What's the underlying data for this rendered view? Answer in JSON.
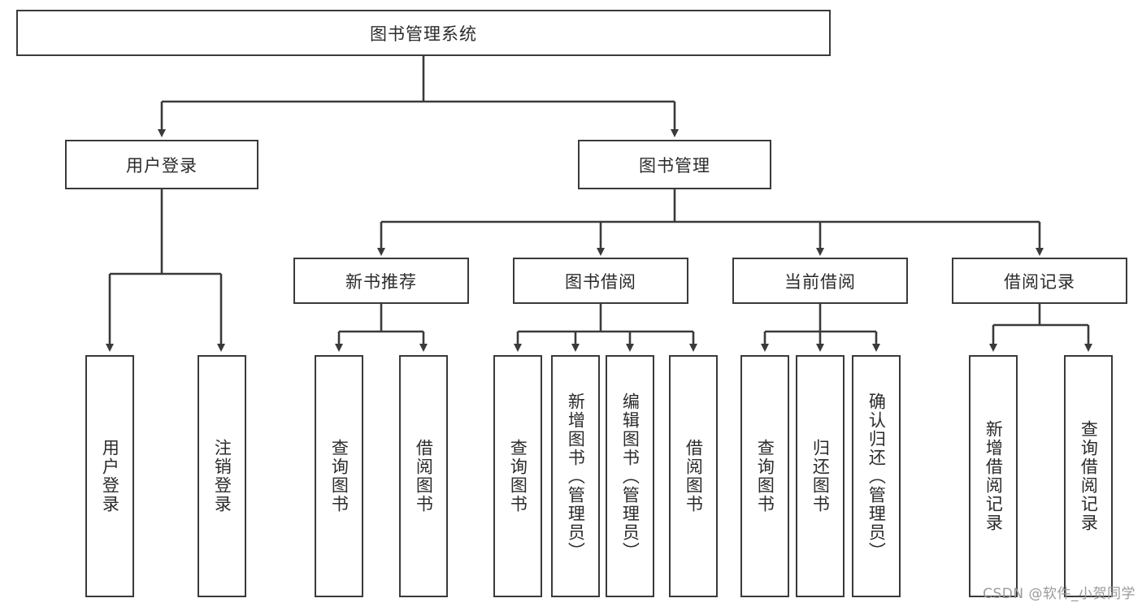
{
  "diagram": {
    "title": "图书管理系统",
    "watermark": "CSDN @软件_小贺同学",
    "root": {
      "label": "图书管理系统"
    },
    "level2": [
      {
        "label": "用户登录"
      },
      {
        "label": "图书管理"
      }
    ],
    "level3": [
      {
        "label": "新书推荐"
      },
      {
        "label": "图书借阅"
      },
      {
        "label": "当前借阅"
      },
      {
        "label": "借阅记录"
      }
    ],
    "leaves": {
      "user_login": [
        {
          "label": "用户登录"
        },
        {
          "label": "注销登录"
        }
      ],
      "new_book_recommend": [
        {
          "label": "查询图书"
        },
        {
          "label": "借阅图书"
        }
      ],
      "book_borrow": [
        {
          "label": "查询图书"
        },
        {
          "label": "新增图书（管理员）"
        },
        {
          "label": "编辑图书（管理员）"
        },
        {
          "label": "借阅图书"
        }
      ],
      "current_borrow": [
        {
          "label": "查询图书"
        },
        {
          "label": "归还图书"
        },
        {
          "label": "确认归还（管理员）"
        }
      ],
      "borrow_records": [
        {
          "label": "新增借阅记录"
        },
        {
          "label": "查询借阅记录"
        }
      ]
    },
    "colors": {
      "stroke": "#3a3a3a",
      "text": "#2b2b2b",
      "background": "#ffffff",
      "watermark": "#9a9a9a"
    }
  }
}
